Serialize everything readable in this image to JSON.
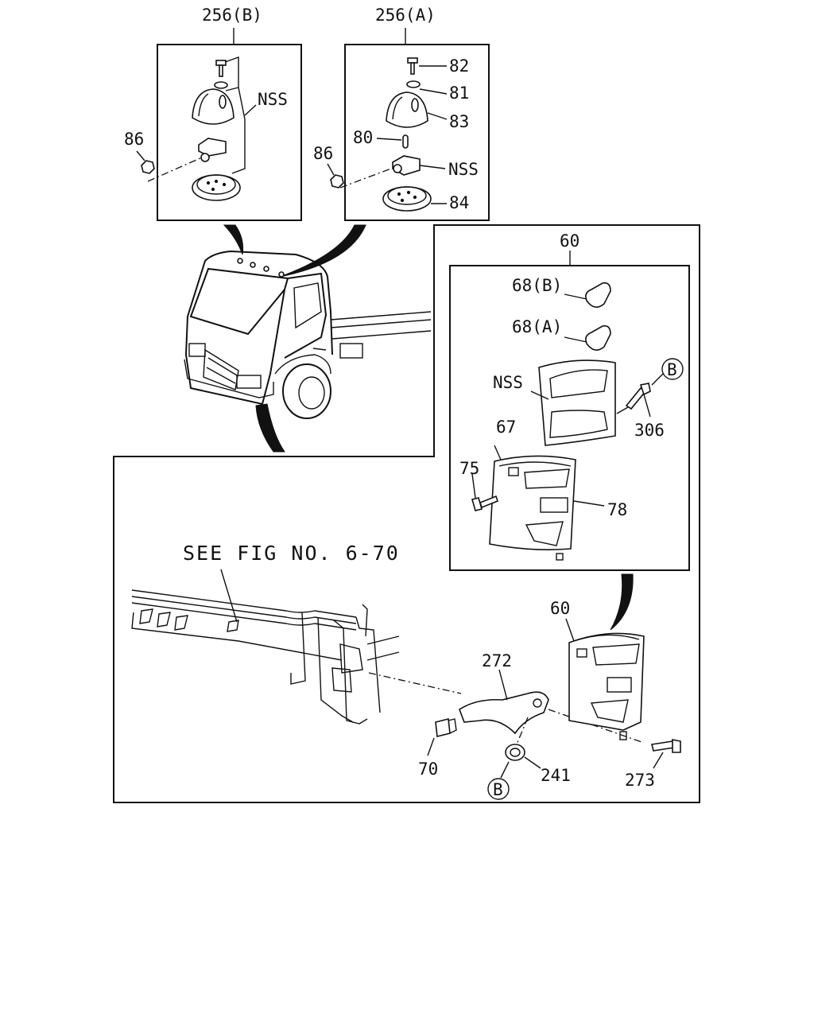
{
  "labels": {
    "kit_b": "256(B)",
    "kit_a": "256(A)",
    "nss": "NSS",
    "p86": "86",
    "p82": "82",
    "p81": "81",
    "p83": "83",
    "p80": "80",
    "p84": "84",
    "p60": "60",
    "p68b": "68(B)",
    "p68a": "68(A)",
    "circle_b": "B",
    "p306": "306",
    "p67": "67",
    "p75": "75",
    "p78": "78",
    "see_fig": "SEE FIG NO. 6-70",
    "p272": "272",
    "p70": "70",
    "p241": "241",
    "p273": "273"
  }
}
